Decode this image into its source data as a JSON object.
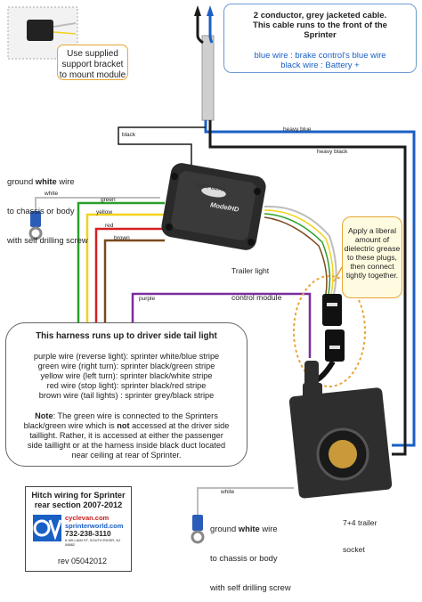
{
  "cable_box": {
    "title_line1": "2 conductor, grey jacketed cable.",
    "title_line2": "This cable runs to the front of the",
    "title_line3": "Sprinter",
    "blue_line": "blue wire : brake control's blue wire",
    "black_line": "black wire : Battery +"
  },
  "bracket_box": {
    "line1": "Use supplied",
    "line2": "support bracket",
    "line3": "to mount module"
  },
  "ground_top": {
    "line1_pre": "ground ",
    "line1_bold": "white",
    "line1_post": " wire",
    "line2": "to chassis or body",
    "line3": "with self drilling screw"
  },
  "ground_bottom": {
    "line1_pre": "ground ",
    "line1_bold": "white",
    "line1_post": " wire",
    "line2": "to chassis or body",
    "line3": "with self drilling screw"
  },
  "wire_labels": {
    "black_top": "black",
    "heavy_blue": "heavy blue",
    "heavy_black": "heavy black",
    "white_top": "white",
    "green": "green",
    "yellow": "yellow",
    "red": "red",
    "brown": "brown",
    "purple": "purple",
    "white_bottom": "white"
  },
  "module": {
    "brand": "CURT·BEAR",
    "model": "ModelHD",
    "caption_line1": "Trailer light",
    "caption_line2": "control module"
  },
  "grease_box": {
    "line1": "Apply a liberal",
    "line2": "amount of",
    "line3": "dielectric grease",
    "line4": "to these plugs,",
    "line5": "then connect",
    "line6": "tightly together."
  },
  "harness_box": {
    "title": "This harness runs up to driver side tail light",
    "rows": [
      "purple wire (reverse light): sprinter white/blue stripe",
      "green wire (right turn): sprinter black/green stripe",
      "yellow wire (left turn): sprinter black/white stripe",
      "red wire (stop light): sprinter black/red stripe",
      "brown wire (tail lights) : sprinter grey/black stripe"
    ],
    "note_label": "Note",
    "note_line1": ": The green wire is connected to the Sprinters",
    "note_line2_pre": "black/green wire which is ",
    "note_line2_bold": "not",
    "note_line2_post": " accessed at the driver side",
    "note_line3": "taillight. Rather, it is accessed at either the passenger",
    "note_line4": "side taillight or at the harness inside black duct located",
    "note_line5": "near ceiling at rear of Sprinter."
  },
  "socket": {
    "line1": "7+4 trailer",
    "line2": "socket"
  },
  "logo_box": {
    "title_line1": "Hitch wiring for Sprinter",
    "title_line2": "rear section  2007-2012",
    "site1": "cyclevan.com",
    "site2": "sprinterworld.com",
    "phone": "732-238-3110",
    "address": "6 WILLIAM ST, SOUTH RIVER, NJ 08882",
    "rev": "rev 05042012"
  },
  "colors": {
    "blue": "#1a5fc4",
    "black": "#1a1a1a",
    "green": "#2aa02a",
    "yellow": "#f2d21c",
    "red": "#d42020",
    "brown": "#7a4a1c",
    "purple": "#7a2da0",
    "white_wire": "#bdbdbd",
    "orange_callout": "#e8a535",
    "blue_callout": "#6a9bd4"
  }
}
